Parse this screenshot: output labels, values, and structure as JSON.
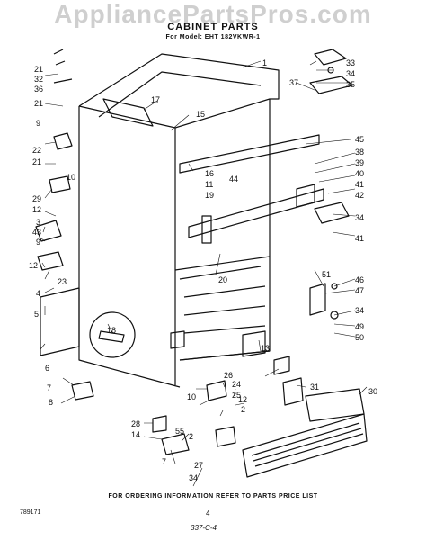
{
  "watermark": "AppliancePartsPros.com",
  "header": {
    "title": "CABINET PARTS",
    "model_line": "For Model: EHT 182VKWR-1"
  },
  "callouts": {
    "c1": "1",
    "c2a": "2",
    "c2b": "2",
    "c3": "3",
    "c4": "4",
    "c5": "5",
    "c6": "6",
    "c7": "7",
    "c7b": "7",
    "c8": "8",
    "c9": "9",
    "c10": "10",
    "c10b": "10",
    "c11": "11",
    "c12a": "12",
    "c12b": "12",
    "c12c": "12",
    "c13": "13",
    "c14": "14",
    "c15": "15",
    "c16": "16",
    "c17": "17",
    "c18": "18",
    "c19": "19",
    "c20": "20",
    "c21a": "21",
    "c21b": "21",
    "c21c": "21",
    "c22": "22",
    "c23": "23",
    "c24": "24",
    "c25": "25",
    "c26": "26",
    "c27": "27",
    "c28": "28",
    "c29": "29",
    "c30": "30",
    "c31": "31",
    "c32": "32",
    "c33": "33",
    "c34a": "34",
    "c34b": "34",
    "c34c": "34",
    "c34d": "34",
    "c35": "35",
    "c36": "36",
    "c37": "37",
    "c38": "38",
    "c39": "39",
    "c40": "40",
    "c41a": "41",
    "c41b": "41",
    "c42": "42",
    "c43": "43",
    "c44": "44",
    "c45": "45",
    "c46": "46",
    "c47": "47",
    "c49": "49",
    "c50": "50",
    "c51": "51",
    "c55": "55"
  },
  "footer": {
    "ordering_note": "FOR ORDERING INFORMATION REFER TO PARTS PRICE LIST",
    "page_number": "4",
    "left_code": "789171",
    "handwritten_code": "337-C-4"
  }
}
